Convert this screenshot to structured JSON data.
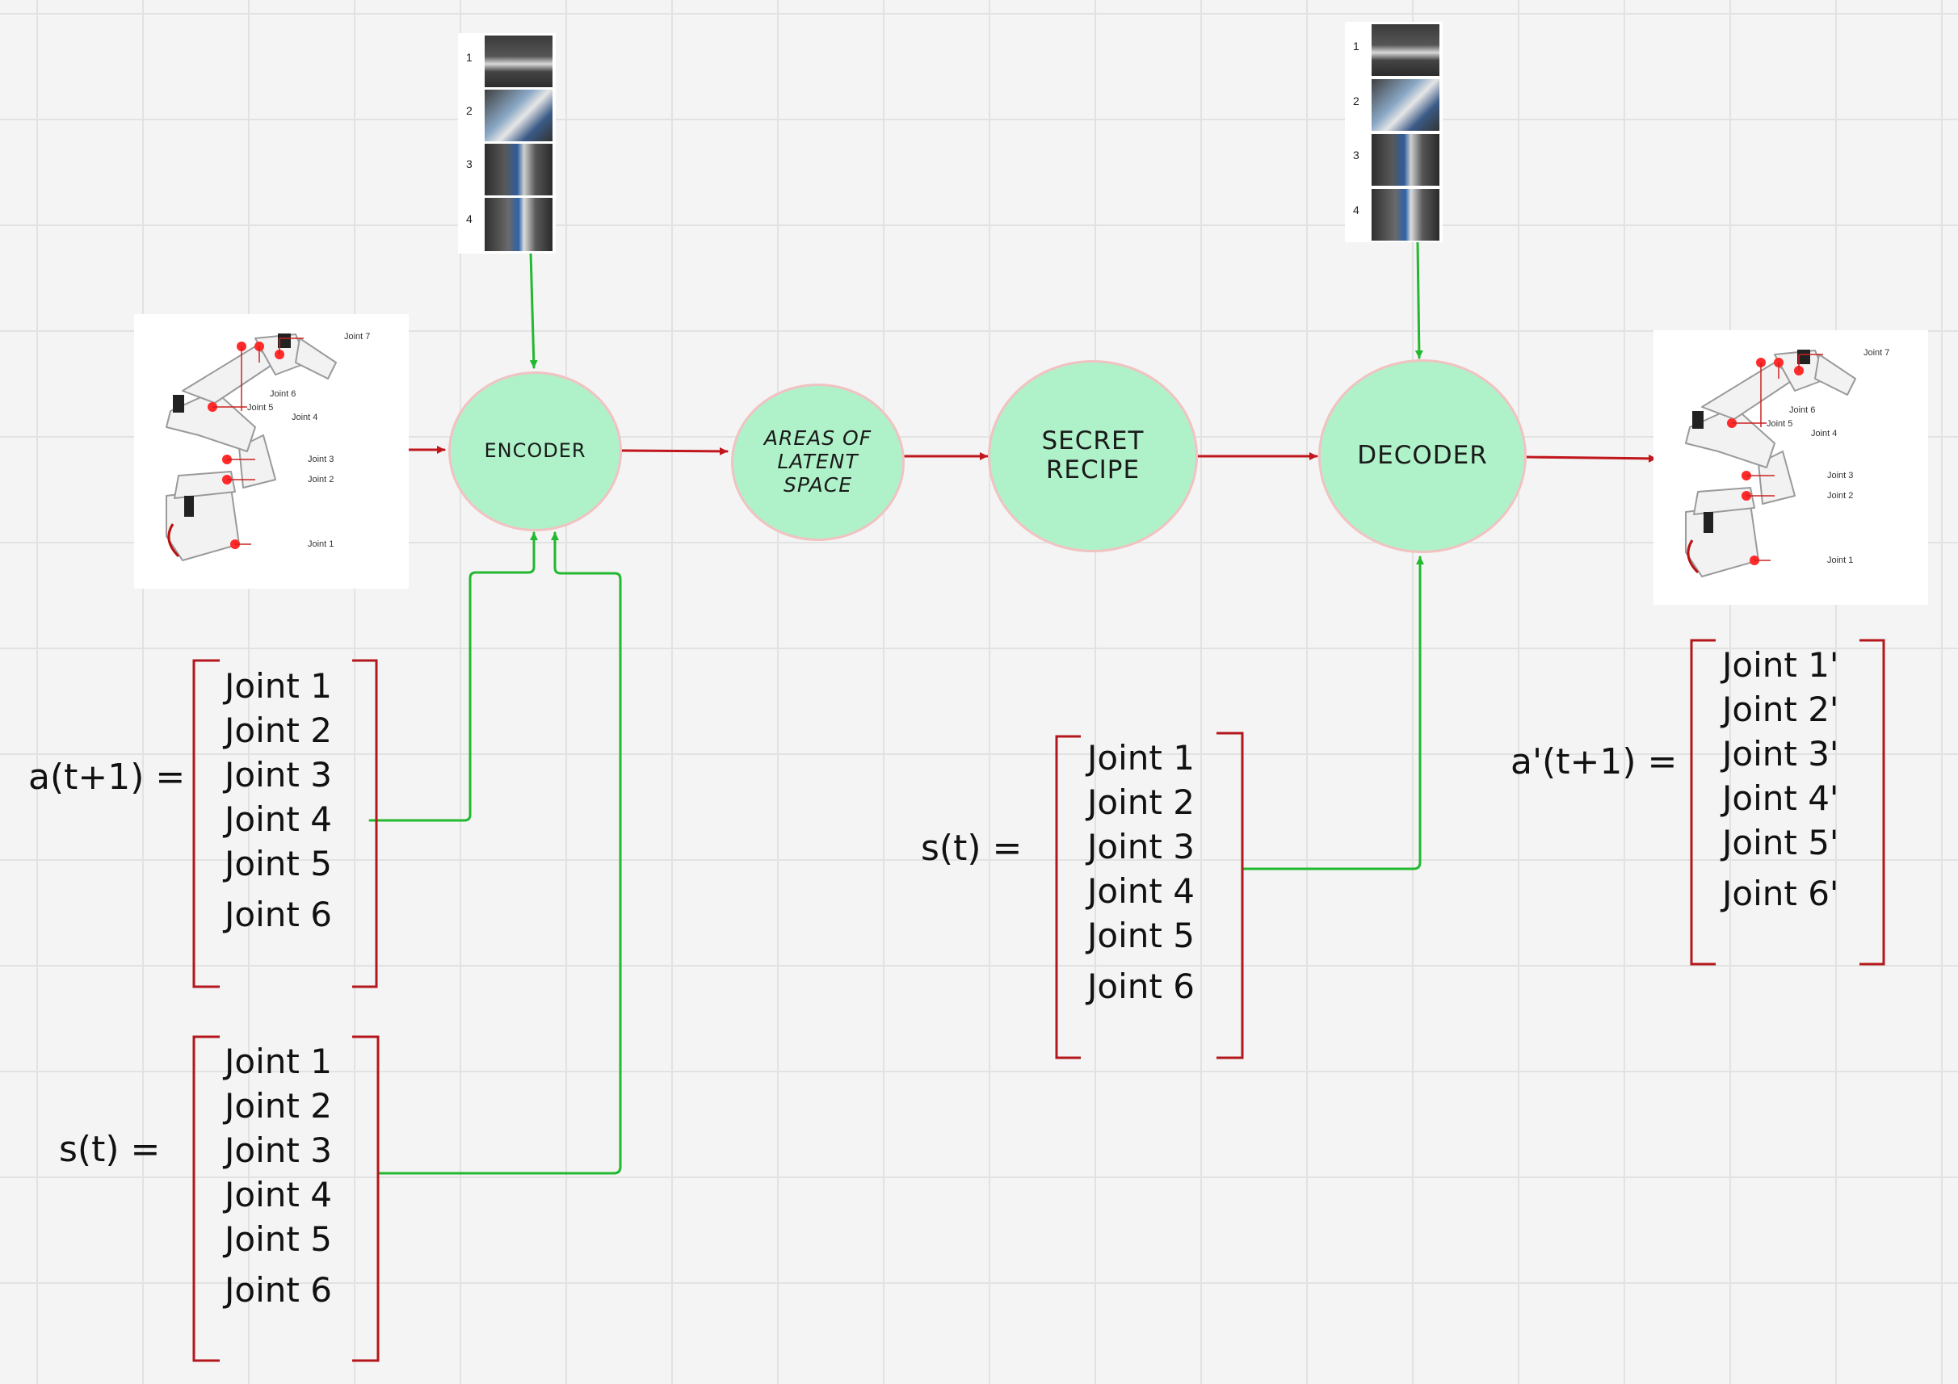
{
  "nodes": {
    "encoder": "ENCODER",
    "latent": [
      "AREAS OF",
      "LATENT",
      "SPACE"
    ],
    "recipe": [
      "SECRET",
      "RECIPE"
    ],
    "decoder": "DECODER"
  },
  "filmstrip": {
    "numbers": [
      "1",
      "2",
      "3",
      "4"
    ]
  },
  "robot": {
    "labels": [
      "Joint 7",
      "Joint 6",
      "Joint 5",
      "Joint 4",
      "Joint 3",
      "Joint 2",
      "Joint 1"
    ]
  },
  "vectors": {
    "action_left": {
      "label": "a(t+1) =",
      "rows": [
        "Joint 1",
        "Joint 2",
        "Joint 3",
        "Joint 4",
        "Joint 5",
        "Joint 6"
      ]
    },
    "state_left": {
      "label": "s(t) =",
      "rows": [
        "Joint 1",
        "Joint 2",
        "Joint 3",
        "Joint 4",
        "Joint 5",
        "Joint 6"
      ]
    },
    "state_mid": {
      "label": "s(t) =",
      "rows": [
        "Joint 1",
        "Joint 2",
        "Joint 3",
        "Joint 4",
        "Joint 5",
        "Joint 6"
      ]
    },
    "action_out": {
      "label": "a'(t+1) =",
      "rows": [
        "Joint 1'",
        "Joint 2'",
        "Joint 3'",
        "Joint 4'",
        "Joint 5'",
        "Joint 6'"
      ]
    }
  },
  "colors": {
    "node_fill": "#aff2c9",
    "node_border": "#f1c2c2",
    "red_arrow": "#c0161c",
    "green_arrow": "#22b830",
    "bracket": "#b3161b"
  }
}
